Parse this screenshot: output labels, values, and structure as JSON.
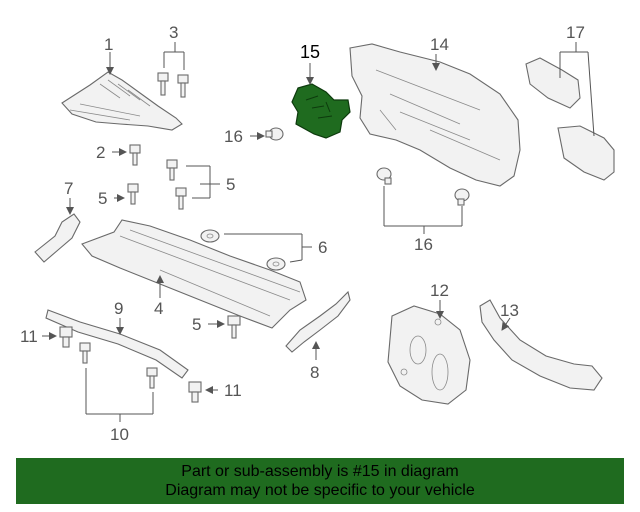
{
  "callouts": {
    "c1": "1",
    "c2": "2",
    "c3": "3",
    "c4": "4",
    "c5a": "5",
    "c5b": "5",
    "c5c": "5",
    "c6": "6",
    "c7": "7",
    "c8": "8",
    "c9": "9",
    "c10": "10",
    "c11a": "11",
    "c11b": "11",
    "c12": "12",
    "c13": "13",
    "c14": "14",
    "c15": "15",
    "c16a": "16",
    "c16b": "16",
    "c17": "17"
  },
  "colors": {
    "highlight": "#1f6b1f",
    "banner": "#1f6b1f"
  },
  "banner": {
    "line1": "Part or sub-assembly is #15 in diagram",
    "line2": "Diagram may not be specific to your vehicle"
  }
}
